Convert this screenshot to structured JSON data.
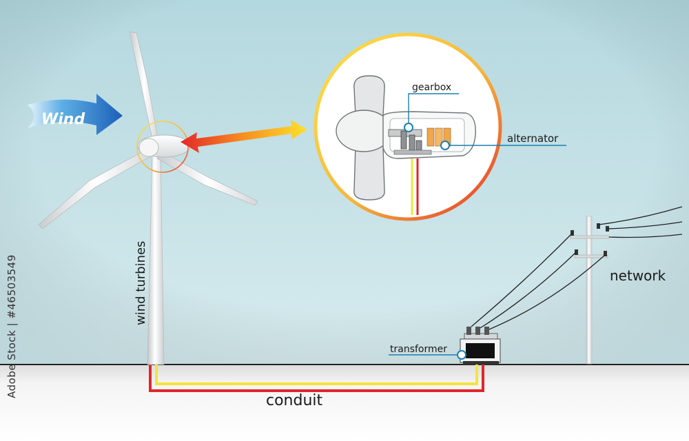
{
  "labels": {
    "wind": "Wind",
    "gearbox": "gearbox",
    "alternator": "alternator",
    "network": "network",
    "wind_turbines": "wind turbines",
    "transformer": "transformer",
    "conduit": "conduit"
  },
  "watermark_id": "Adobe Stock | #46503549",
  "colors": {
    "sky": "#bcdde3",
    "ground": "#f1f1f1",
    "wind_arrow": "#2f7fd0",
    "cable_red": "#e0262b",
    "cable_yellow": "#f5e33a",
    "callout": "#1a7fb0"
  }
}
